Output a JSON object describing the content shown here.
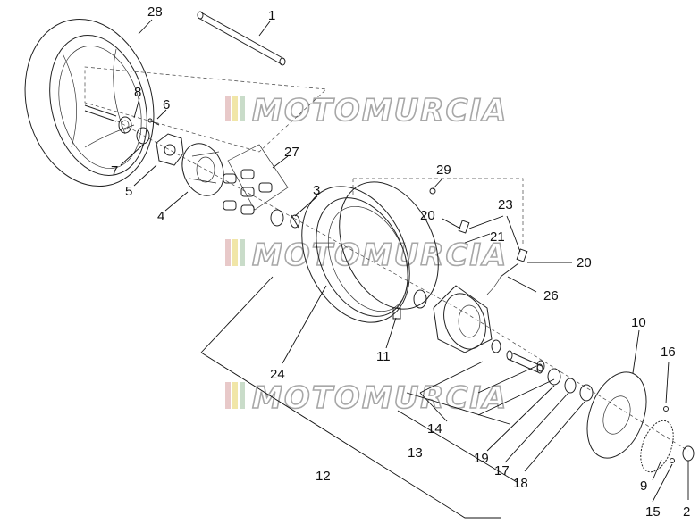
{
  "diagram": {
    "part_numbers": [
      "1",
      "2",
      "3",
      "4",
      "5",
      "6",
      "7",
      "8",
      "9",
      "10",
      "11",
      "12",
      "13",
      "14",
      "15",
      "16",
      "17",
      "18",
      "19",
      "20",
      "20",
      "21",
      "23",
      "24",
      "26",
      "27",
      "28",
      "29"
    ],
    "watermark": "MOTOMURCIA"
  }
}
